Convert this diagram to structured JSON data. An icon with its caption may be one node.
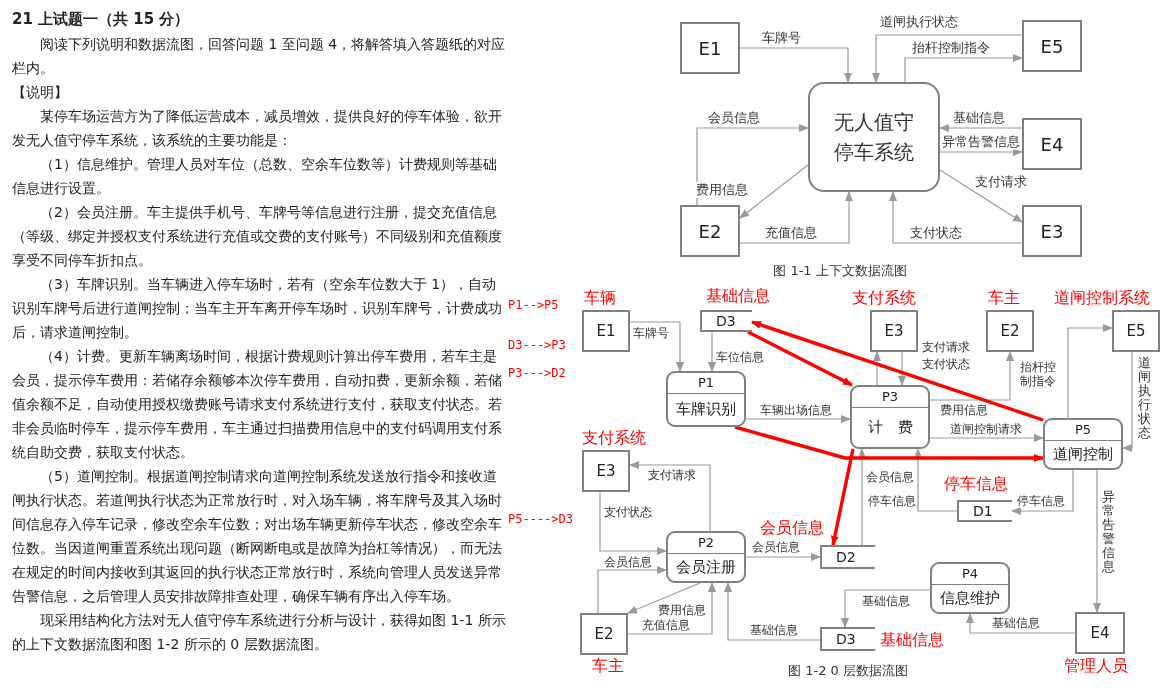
{
  "diagram": {
    "title": "21 上试题一（共 15 分）",
    "nodes": [
      {
        "text": [
          "E1"
        ]
      },
      {
        "text": [
          "E5"
        ]
      },
      {
        "text": [
          "无人值守停车系统"
        ]
      },
      {
        "text": [
          "E4"
        ]
      },
      {
        "text": [
          "E2"
        ]
      },
      {
        "text": [
          "E3"
        ]
      },
      {
        "text": [
          "E1"
        ],
        "beside": [
          "车辆"
        ]
      },
      {
        "text": [
          "D3"
        ],
        "beside": [
          "基础信息"
        ]
      },
      {
        "text": [
          "E3"
        ],
        "beside": [
          "支付系统"
        ]
      },
      {
        "text": [
          "E2"
        ],
        "beside": [
          "车主"
        ]
      },
      {
        "text": [
          "E5"
        ],
        "beside": [
          "道闸控制系统"
        ]
      },
      {
        "text": [
          "P1",
          "车牌识别"
        ]
      },
      {
        "text": [
          "P3",
          "计　费"
        ]
      },
      {
        "text": [
          "P5",
          "道闸控制"
        ]
      },
      {
        "text": [
          "E3"
        ],
        "beside": [
          "支付系统"
        ]
      },
      {
        "text": [
          "D1"
        ],
        "beside": [
          "停车信息"
        ]
      },
      {
        "text": [
          "P2",
          "会员注册"
        ]
      },
      {
        "text": [
          "D2"
        ],
        "beside": [
          "会员信息"
        ]
      },
      {
        "text": [
          "P4",
          "信息维护"
        ]
      },
      {
        "text": [
          "E2"
        ],
        "beside": [
          "车主"
        ]
      },
      {
        "text": [
          "D3"
        ],
        "beside": [
          "基础信息"
        ]
      },
      {
        "text": [
          "E4"
        ],
        "beside": [
          "管理人员"
        ]
      }
    ],
    "edges": [
      {
        "from": 0,
        "to": 2,
        "arrow": "to",
        "label": "车牌号"
      },
      {
        "from": 1,
        "to": 2,
        "arrow": "to",
        "label": "道闸执行状态"
      },
      {
        "from": 2,
        "to": 1,
        "arrow": "to",
        "label": "抬杆控制指令"
      },
      {
        "from": 4,
        "to": 2,
        "arrow": "to",
        "label": "会员信息"
      },
      {
        "from": 3,
        "to": 2,
        "arrow": "to",
        "label": "基础信息"
      },
      {
        "from": 2,
        "to": 3,
        "arrow": "to",
        "label": "异常告警信息"
      },
      {
        "from": 2,
        "to": 4,
        "arrow": "to",
        "label": "费用信息"
      },
      {
        "from": 4,
        "to": 2,
        "arrow": "to",
        "label": "充值信息"
      },
      {
        "from": 2,
        "to": 5,
        "arrow": "to",
        "label": "支付请求"
      },
      {
        "from": 5,
        "to": 2,
        "arrow": "to",
        "label": "支付状态"
      },
      {
        "from": 6,
        "to": 11,
        "arrow": "to",
        "label": "车牌号"
      },
      {
        "from": 7,
        "to": 11,
        "arrow": "to",
        "label": "车位信息"
      },
      {
        "from": 11,
        "to": 12,
        "arrow": "to",
        "label": "车辆出场信息"
      },
      {
        "from": 12,
        "to": 8,
        "arrow": "to",
        "label": "支付请求"
      },
      {
        "from": 8,
        "to": 12,
        "arrow": "to",
        "label": "支付状态"
      },
      {
        "from": 12,
        "to": 9,
        "arrow": "to",
        "label": "费用信息"
      },
      {
        "from": 12,
        "to": 13,
        "arrow": "to",
        "label": "道闸控制请求"
      },
      {
        "from": 13,
        "to": 10,
        "arrow": "to",
        "label": "抬杆控制指令"
      },
      {
        "from": 10,
        "to": 13,
        "arrow": "to",
        "label": "道闸执行状态"
      },
      {
        "from": 17,
        "to": 12,
        "arrow": "to",
        "label": "会员信息"
      },
      {
        "from": 15,
        "to": 12,
        "arrow": "to",
        "label": "停车信息"
      },
      {
        "from": 13,
        "to": 15,
        "arrow": "to",
        "label": "停车信息"
      },
      {
        "from": 13,
        "to": 21,
        "arrow": "to",
        "label": "异常告警信息"
      },
      {
        "from": 16,
        "to": 14,
        "arrow": "to",
        "label": "支付请求"
      },
      {
        "from": 14,
        "to": 16,
        "arrow": "to",
        "label": "支付状态"
      },
      {
        "from": 16,
        "to": 17,
        "arrow": "to",
        "label": "会员信息"
      },
      {
        "from": 19,
        "to": 16,
        "arrow": "to",
        "label": "会员信息"
      },
      {
        "from": 16,
        "to": 19,
        "arrow": "to",
        "label": "费用信息"
      },
      {
        "from": 19,
        "to": 16,
        "arrow": "to",
        "label": "充值信息"
      },
      {
        "from": 20,
        "to": 16,
        "arrow": "to",
        "label": "基础信息"
      },
      {
        "from": 18,
        "to": 20,
        "arrow": "to",
        "label": "基础信息"
      },
      {
        "from": 21,
        "to": 18,
        "arrow": "to",
        "label": "基础信息"
      },
      {
        "from": 11,
        "to": 13,
        "arrow": "to",
        "style": "thick",
        "color": "#ff0000"
      },
      {
        "from": 7,
        "to": 12,
        "arrow": "to",
        "style": "thick",
        "color": "#ff0000"
      },
      {
        "from": 13,
        "to": 7,
        "arrow": "to",
        "style": "thick",
        "color": "#ff0000"
      },
      {
        "from": 12,
        "to": 17,
        "arrow": "to",
        "style": "thick",
        "color": "#ff0000"
      }
    ],
    "labels": [
      "阅读下列说明和数据流图，回答问题 1 至问题 4，将解答填入答题纸的对应栏内。",
      "【说明】",
      "某停车场运营方为了降低运营成本，减员增效，提供良好的停车体验，欲开发无人值守停车系统，该系统的主要功能是：",
      "（1）信息维护。管理人员对车位（总数、空余车位数等）计费规则等基础信息进行设置。",
      "（2）会员注册。车主提供手机号、车牌号等信息进行注册，提交充值信息（等级、绑定并授权支付系统进行充值或交费的支付账号）不同级别和充值额度享受不同停车折扣点。",
      "（3）车牌识别。当车辆进入停车场时，若有（空余车位数大于 1），自动识别车牌号后进行道闸控制；当车主开车离开停车场时，识别车牌号，计费成功后，请求道闸控制。",
      "P1-->P5",
      "D3--->P3",
      "（4）计费。更新车辆离场时间，根据计费规则计算出停车费用，若车主是会员，提示停车费用：若储存余额够本次停车费用，自动扣费，更新余额，若储值余额不足，自动使用授权缴费账号请求支付系统进行支付，获取支付状态。若非会员临时停车，提示停车费用，车主通过扫描费用信息中的支付码调用支付系统自助交费，获取支付状态。",
      "P3--->D2",
      "（5）道闸控制。根据道闸控制请求向道闸控制系统发送放行指令和接收道闸执行状态。若道闸执行状态为正常放行时，对入场车辆，将车牌号及其入场时间信息存入停车记录，修改空余车位数；对出场车辆更新停车状态，修改空余车位数。当因道闸重置系统出现问题（断网断电或是故障为抬杠等情况），而无法在规定的时间内接收到其返回的执行状态正常放行时，系统向管理人员发送异常告警信息，之后管理人员安排故障排查处理，确保车辆有序出入停车场。",
      "P5---->D3",
      "现采用结构化方法对无人值守停车系统进行分析与设计，获得如图 1-1 所示的上下文数据流图和图 1-2 所示的 0 层数据流图。",
      "图 1-1 上下文数据流图",
      "图 1-2 0 层数据流图"
    ]
  }
}
